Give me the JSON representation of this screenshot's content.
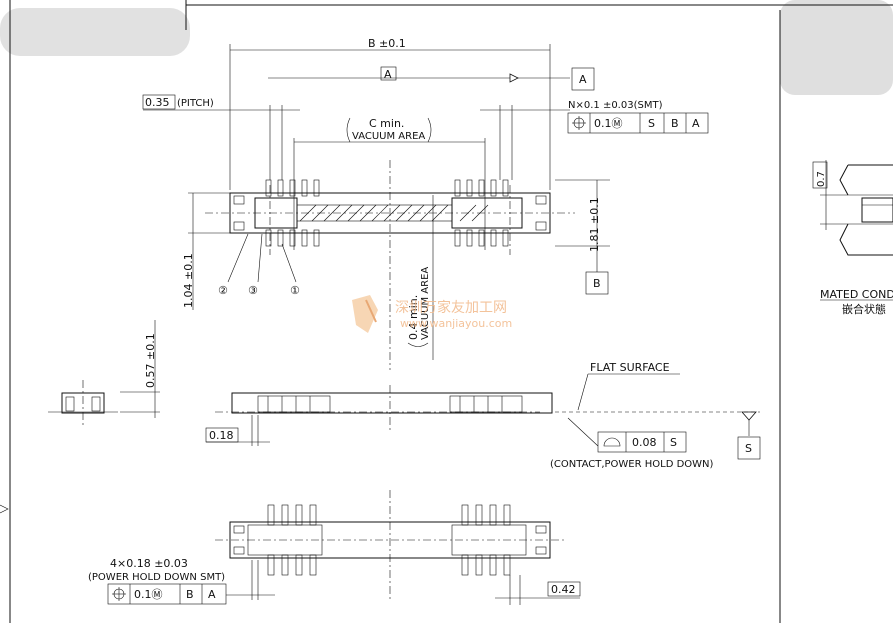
{
  "labels": {
    "b_dim": "B ±0.1",
    "datum_a_box": "A",
    "datum_a_label": "A",
    "pitch_val": "0.35",
    "pitch_text": "(PITCH)",
    "n_dim": "N×0.1 ±0.03(SMT)",
    "fcf_top": [
      "0.1Ⓜ",
      "S",
      "B",
      "A"
    ],
    "c_min": "C min.",
    "vacuum_area": "VACUUM AREA",
    "dim_181": "1.81 ±0.1",
    "datum_b": "B",
    "dim_104": "1.04 ±0.1",
    "callouts": [
      "②",
      "③",
      "①"
    ],
    "dim_04": "0.4 min.",
    "vacuum_area_vert": "VACUUM AREA",
    "dim_057": "0.57 ±0.1",
    "flat_surface": "FLAT SURFACE",
    "dim_018": "0.18",
    "fcf_flat": [
      "0.08",
      "S"
    ],
    "datum_s": "S",
    "contact_note": "(CONTACT,POWER HOLD DOWN)",
    "dim_4x": "4×0.18 ±0.03",
    "power_hold": "(POWER HOLD DOWN SMT)",
    "fcf_bottom": [
      "0.1Ⓜ",
      "B",
      "A"
    ],
    "dim_042": "0.42",
    "dim_07": "0.7",
    "mated": "MATED COND",
    "mated_cn": "嵌合状態"
  },
  "watermark": {
    "text1": "深圳万家友加工网",
    "text2": "www.wanjiayou.com",
    "color": "#f2b98a"
  },
  "colors": {
    "ink": "#111111",
    "blur": "#d4d4d4"
  }
}
